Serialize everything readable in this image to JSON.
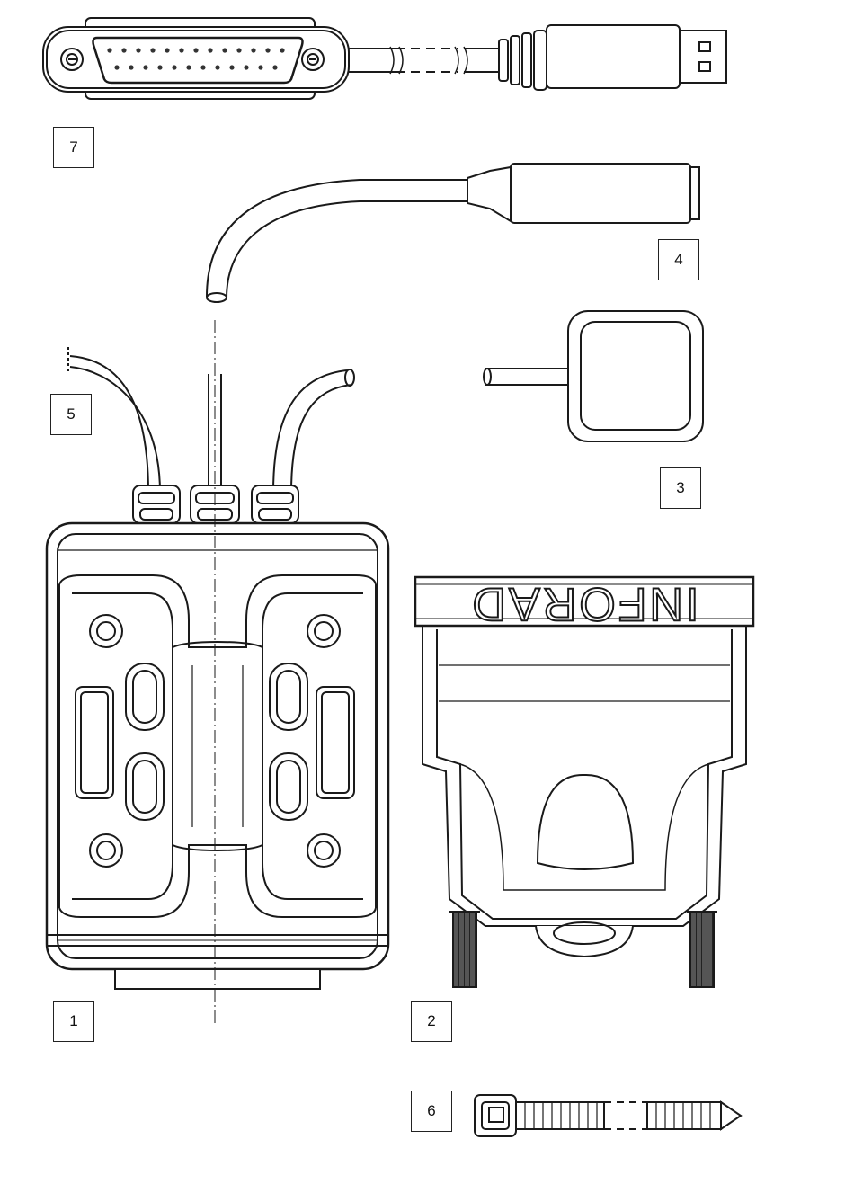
{
  "figure": {
    "brand_text": "INFORAD",
    "line_color": "#1a1a1a",
    "dark_fill": "#2a2a2a",
    "mid_fill": "#777777"
  },
  "callouts": [
    {
      "id": "7",
      "label": "7"
    },
    {
      "id": "4",
      "label": "4"
    },
    {
      "id": "3",
      "label": "3"
    },
    {
      "id": "5",
      "label": "5"
    },
    {
      "id": "1",
      "label": "1"
    },
    {
      "id": "2",
      "label": "2"
    },
    {
      "id": "6",
      "label": "6"
    }
  ],
  "parts": [
    {
      "id": "7",
      "icon": "db25-usb-cable-icon"
    },
    {
      "id": "4",
      "icon": "usb-extension-cable-icon"
    },
    {
      "id": "3",
      "icon": "gps-antenna-pad-icon"
    },
    {
      "id": "5",
      "icon": "power-wire-icon"
    },
    {
      "id": "1",
      "icon": "main-unit-icon"
    },
    {
      "id": "2",
      "icon": "db25-connector-housing-icon"
    },
    {
      "id": "6",
      "icon": "cable-tie-icon"
    }
  ]
}
